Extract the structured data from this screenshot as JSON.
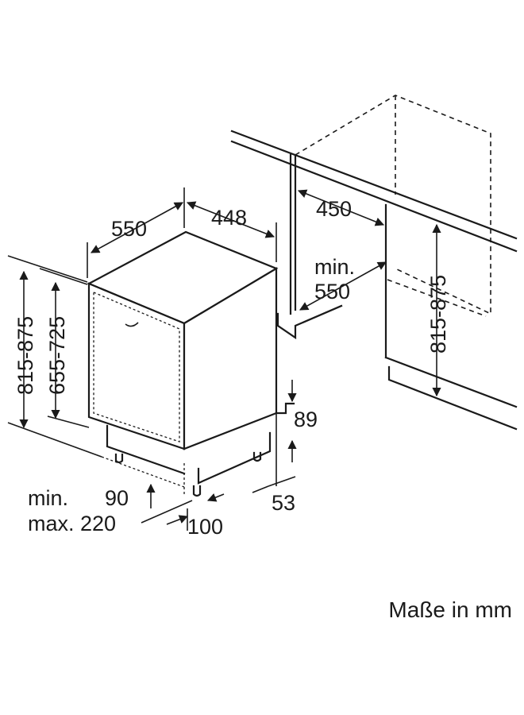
{
  "dimensions": {
    "width_550": "550",
    "depth_448": "448",
    "niche_450": "450",
    "min_label": "min.",
    "niche_min_550": "550",
    "niche_height": "815-875",
    "appliance_height": "815-875",
    "body_height": "655-725",
    "plinth_89": "89",
    "plinth_53": "53",
    "foot_min_label": "min.",
    "foot_min_value": "90",
    "foot_max_label": "max. 220",
    "foot_100": "100"
  },
  "units_note": "Maße in mm"
}
